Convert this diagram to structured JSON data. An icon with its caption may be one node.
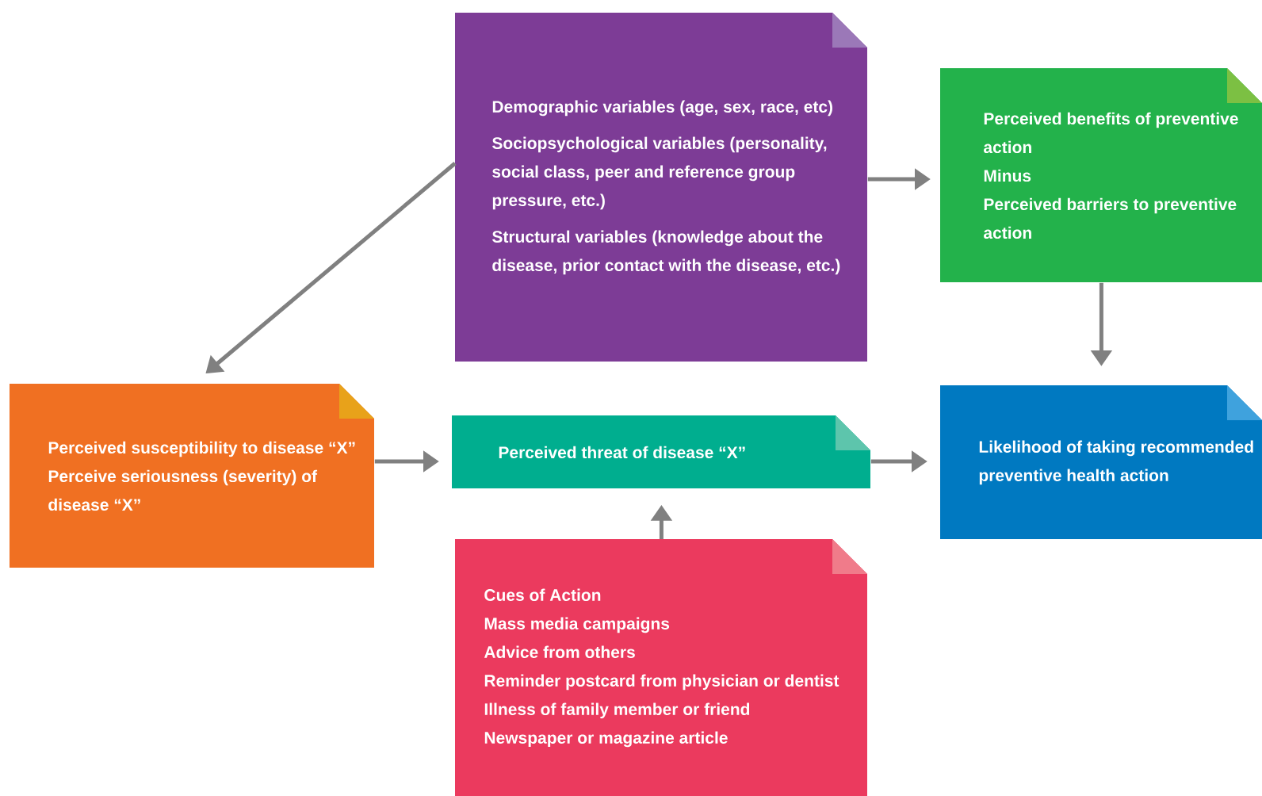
{
  "diagram": {
    "nodes": [
      {
        "text": [
          "Demographic variables (age, sex, race, etc)",
          "Sociopsychological variables (personality, social class, peer and reference group pressure, etc.)",
          "Structural variables (knowledge about the disease, prior contact with the disease, etc.)"
        ]
      },
      {
        "text": [
          "Perceived benefits of preventive action",
          "Minus",
          "Perceived barriers to preventive action"
        ]
      },
      {
        "text": [
          "Perceived susceptibility to disease “X”",
          "Perceive seriousness (severity) of disease “X”"
        ]
      },
      {
        "text": [
          "Perceived threat of disease “X”"
        ]
      },
      {
        "text": [
          "Likelihood of taking recommended preventive health action"
        ]
      },
      {
        "text": [
          "Cues of Action",
          "Mass media campaigns",
          "Advice from others",
          "Reminder postcard from physician or dentist",
          "Illness of family member or friend",
          "Newspaper or magazine article"
        ]
      }
    ],
    "edges": [
      {
        "from": 0,
        "to": 1,
        "arrow": "to"
      },
      {
        "from": 0,
        "to": 2,
        "arrow": "to"
      },
      {
        "from": 1,
        "to": 4,
        "arrow": "to"
      },
      {
        "from": 2,
        "to": 3,
        "arrow": "to"
      },
      {
        "from": 3,
        "to": 4,
        "arrow": "to"
      },
      {
        "from": 5,
        "to": 3,
        "arrow": "to"
      }
    ]
  }
}
